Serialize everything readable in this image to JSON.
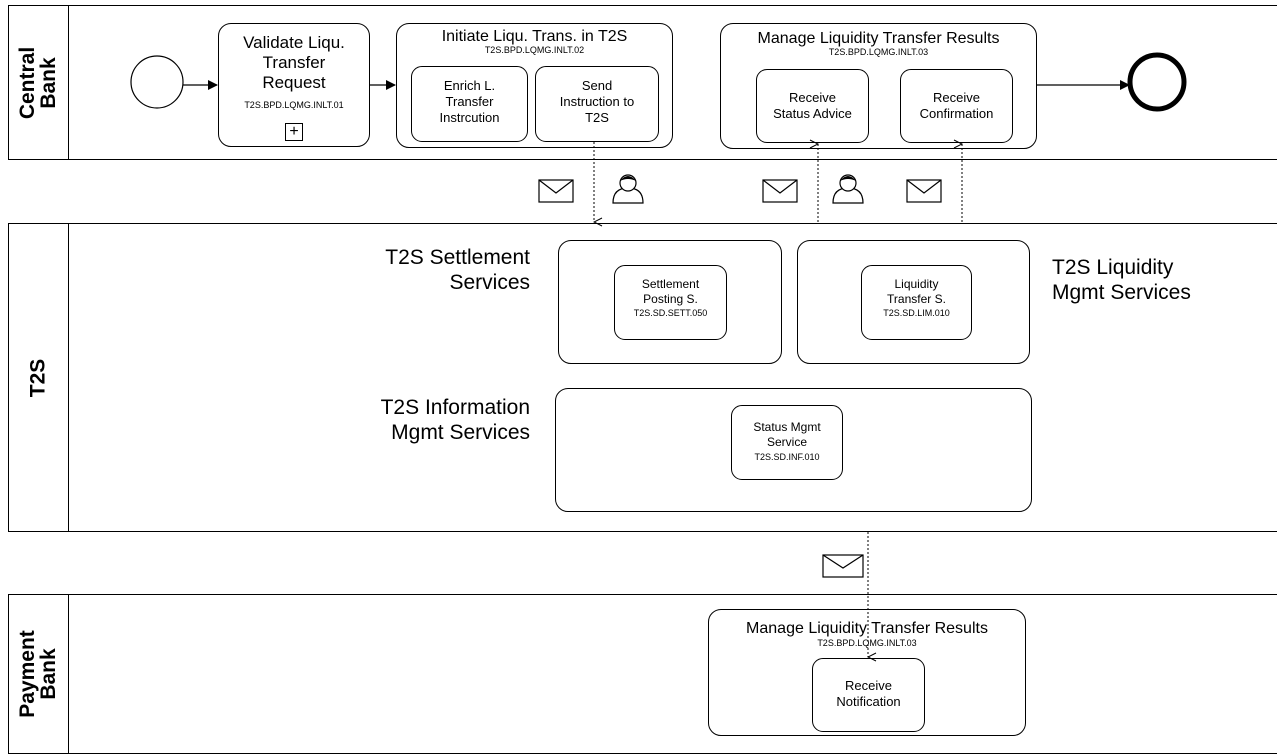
{
  "pools": {
    "central_bank": "Central\nBank",
    "t2s": "T2S",
    "payment_bank": "Payment\nBank"
  },
  "validate": {
    "title": "Validate Liqu.\nTransfer\nRequest",
    "code": "T2S.BPD.LQMG.INLT.01",
    "expand_marker": "+"
  },
  "initiate": {
    "title": "Initiate Liqu. Trans. in T2S",
    "code": "T2S.BPD.LQMG.INLT.02",
    "task_enrich": "Enrich L.\nTransfer\nInstrcution",
    "task_send": "Send\nInstruction to\nT2S"
  },
  "manage_cb": {
    "title": "Manage Liquidity Transfer Results",
    "code": "T2S.BPD.LQMG.INLT.03",
    "task_status": "Receive\nStatus Advice",
    "task_confirm": "Receive\nConfirmation"
  },
  "t2s_groups": {
    "settlement_label": "T2S Settlement\nServices",
    "liquidity_label": "T2S Liquidity\nMgmt Services",
    "information_label": "T2S Information\nMgmt Services"
  },
  "services": {
    "settlement": {
      "title": "Settlement\nPosting S.",
      "code": "T2S.SD.SETT.050"
    },
    "liquidity": {
      "title": "Liquidity\nTransfer S.",
      "code": "T2S.SD.LIM.010"
    },
    "status": {
      "title": "Status Mgmt\nService",
      "code": "T2S.SD.INF.010"
    }
  },
  "manage_pb": {
    "title": "Manage Liquidity Transfer Results",
    "code": "T2S.BPD.LQMG.INLT.03",
    "task_notify": "Receive\nNotification"
  },
  "icons": [
    "message-envelope-icon",
    "user-icon",
    "start-event-icon",
    "end-event-icon",
    "subprocess-plus-icon"
  ]
}
